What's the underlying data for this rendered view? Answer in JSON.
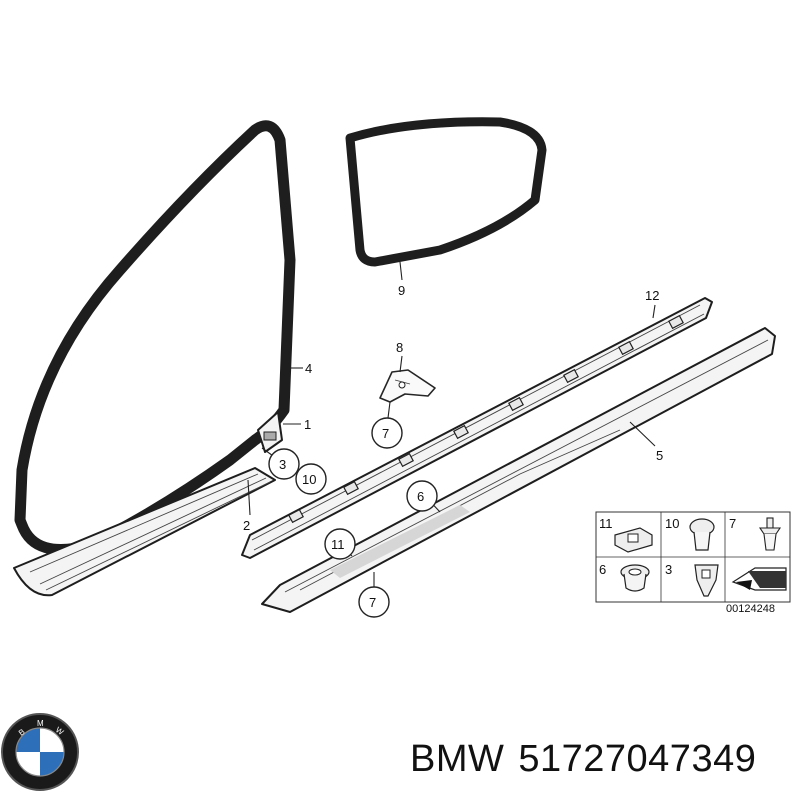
{
  "callouts": {
    "c1": "1",
    "c2": "2",
    "c3": "3",
    "c4": "4",
    "c5": "5",
    "c6": "6",
    "c7": "7",
    "c8": "8",
    "c9": "9",
    "c10": "10",
    "c11": "11",
    "c12": "12"
  },
  "legend": {
    "items": [
      "11",
      "10",
      "7",
      "6",
      "3"
    ],
    "diagram_code": "00124248"
  },
  "footer": {
    "brand": "BMW",
    "part_number": "51727047349",
    "logo_text": "BMW"
  }
}
